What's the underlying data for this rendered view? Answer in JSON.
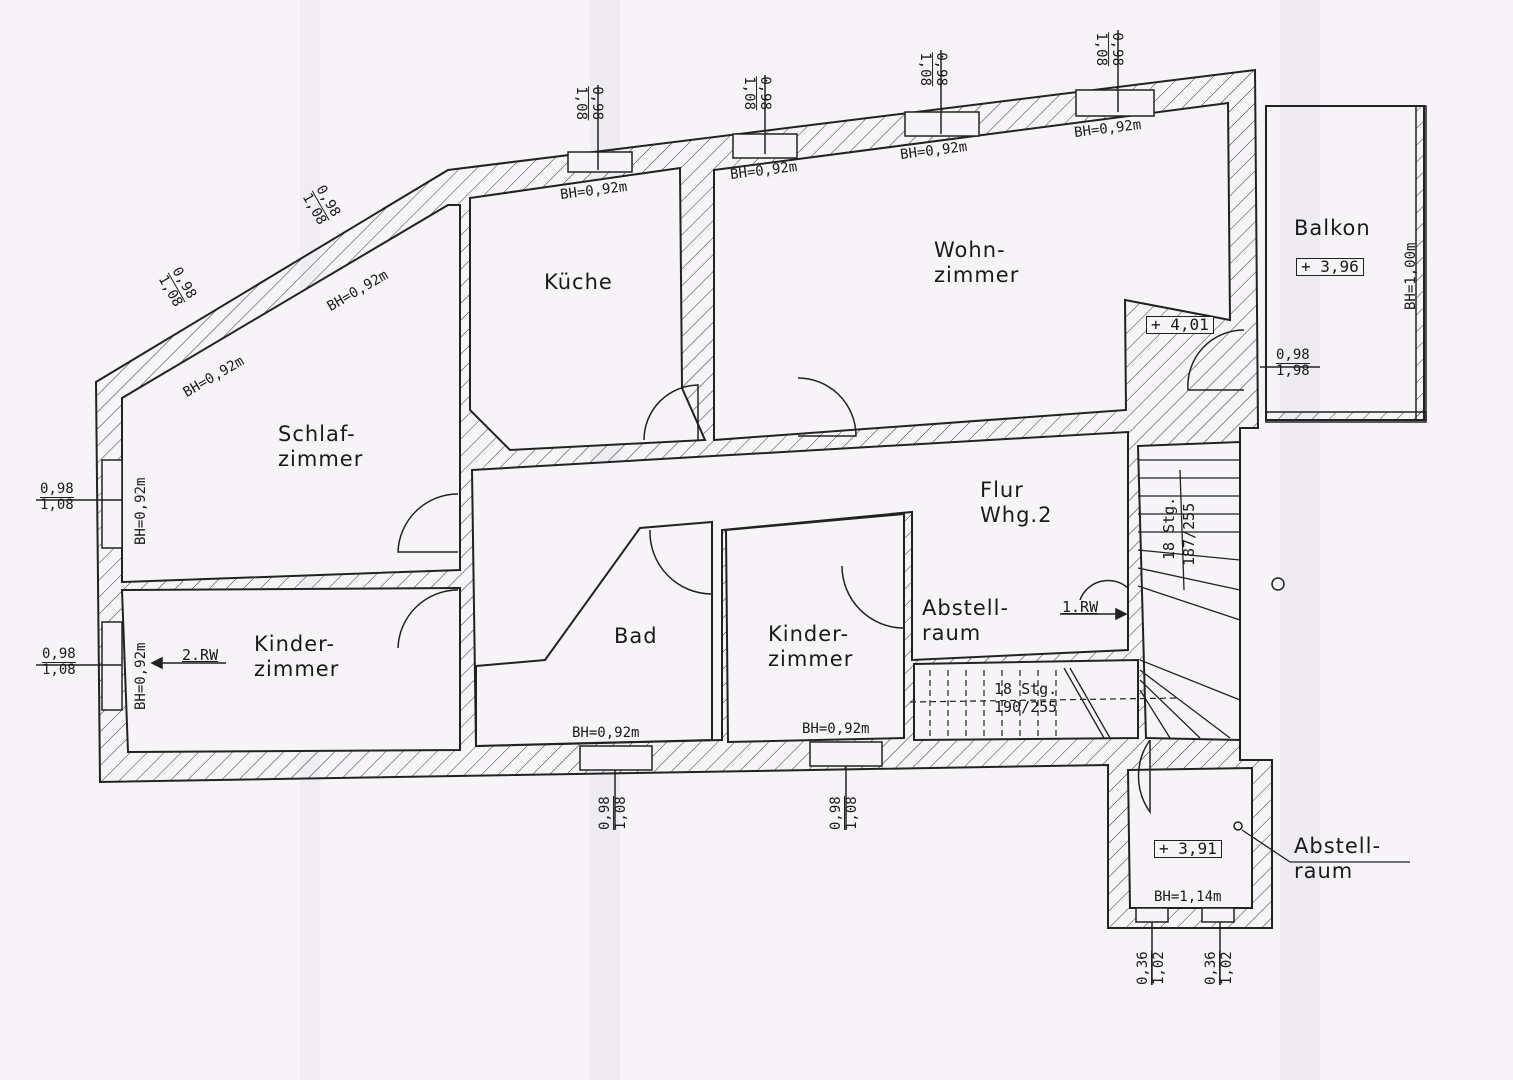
{
  "plan": {
    "rooms": [
      {
        "id": "schlafzimmer",
        "label_line1": "Schlaf-",
        "label_line2": "zimmer"
      },
      {
        "id": "kueche",
        "label_line1": "Küche",
        "label_line2": ""
      },
      {
        "id": "wohnzimmer",
        "label_line1": "Wohn-",
        "label_line2": "zimmer"
      },
      {
        "id": "balkon",
        "label_line1": "Balkon",
        "label_line2": ""
      },
      {
        "id": "flur",
        "label_line1": "Flur",
        "label_line2": "Whg.2"
      },
      {
        "id": "kinderzimmer_left",
        "label_line1": "Kinder-",
        "label_line2": "zimmer"
      },
      {
        "id": "bad",
        "label_line1": "Bad",
        "label_line2": ""
      },
      {
        "id": "kinderzimmer_mid",
        "label_line1": "Kinder-",
        "label_line2": "zimmer"
      },
      {
        "id": "abstellraum_inner",
        "label_line1": "Abstell-",
        "label_line2": "raum"
      },
      {
        "id": "abstellraum_outer",
        "label_line1": "Abstell-",
        "label_line2": "raum"
      }
    ],
    "levels": {
      "balkon": "+ 3,96",
      "landing": "+ 4,01",
      "abstellraum": "+ 3,91"
    },
    "sill_heights": {
      "standard": "BH=0,92m",
      "balkon": "BH=1,00m",
      "abstellraum": "BH=1,14m"
    },
    "window_dims": {
      "standard_top": "0,98",
      "standard_bottom": "1,08",
      "door_top": "0,98",
      "door_bottom": "1,98",
      "small_top": "0,36",
      "small_bottom": "1,02"
    },
    "stairs": {
      "upper_steps": "18 Stg.",
      "upper_ratio": "187/255",
      "lower_steps": "18 Stg.",
      "lower_ratio": "190/255"
    },
    "escape_routes": {
      "first": "1.RW",
      "second": "2.RW"
    }
  }
}
